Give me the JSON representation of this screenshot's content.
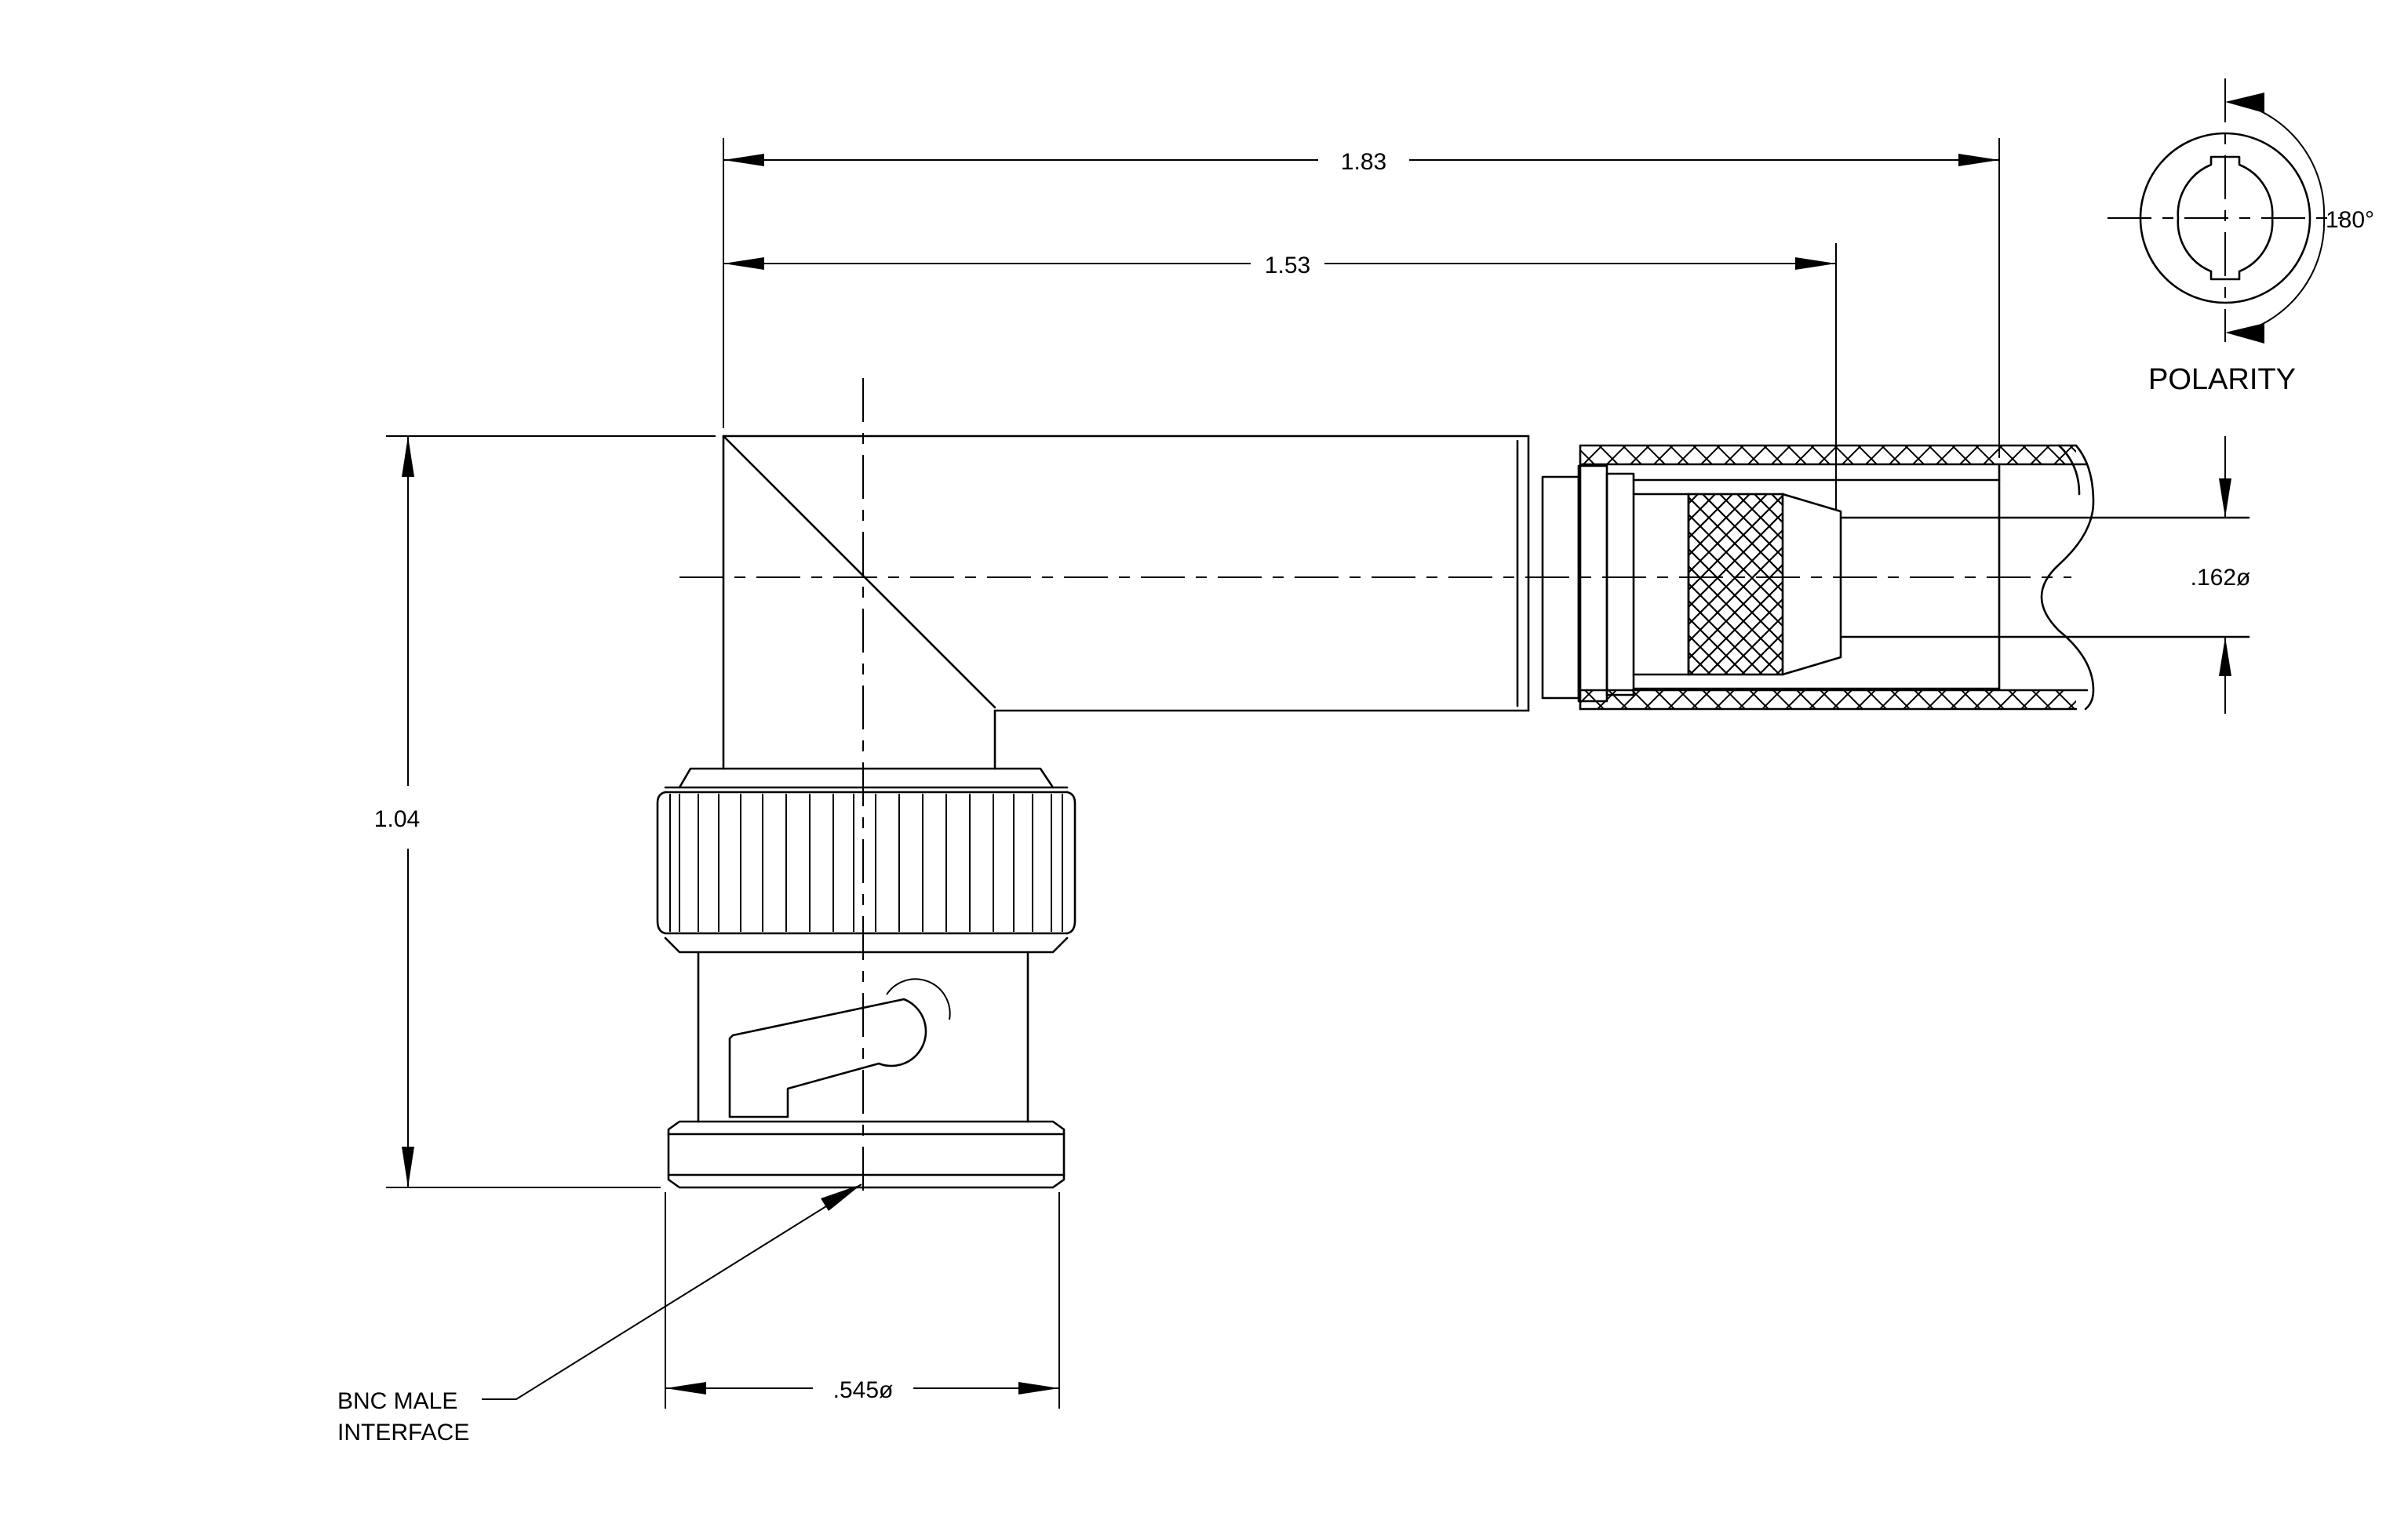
{
  "dimensions": {
    "overall_length": "1.83",
    "body_length": "1.53",
    "height": "1.04",
    "interface_diameter": ".545ø",
    "cable_diameter": ".162ø",
    "rotation": "180°"
  },
  "labels": {
    "polarity": "POLARITY",
    "bnc_line1": "BNC  MALE",
    "bnc_line2": "INTERFACE"
  },
  "colors": {
    "line": "#000000",
    "background": "#ffffff"
  }
}
